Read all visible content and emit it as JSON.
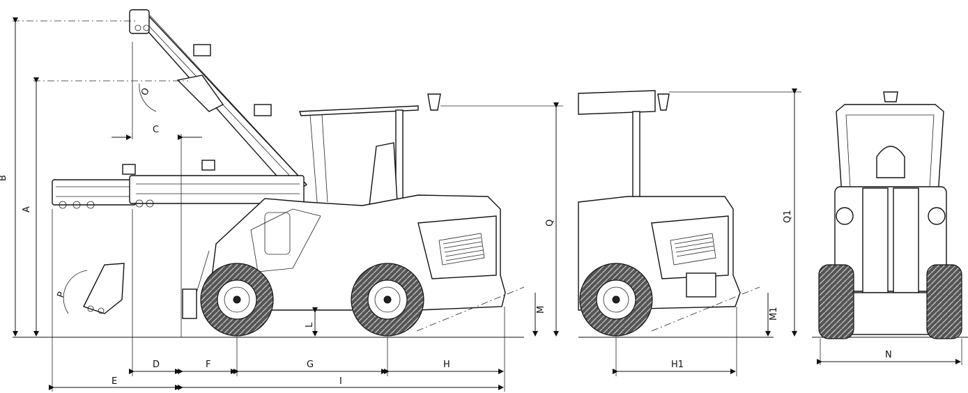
{
  "dimension_labels": {
    "A": "A",
    "B": "B",
    "C": "C",
    "D": "D",
    "E": "E",
    "F": "F",
    "G": "G",
    "H": "H",
    "H1": "H1",
    "I": "I",
    "L": "L",
    "M": "M",
    "M1": "M1",
    "N": "N",
    "O": "O",
    "P": "P",
    "Q": "Q",
    "Q1": "Q1"
  },
  "colors": {
    "line": "#111111",
    "background": "#ffffff",
    "tire": "#444444"
  }
}
